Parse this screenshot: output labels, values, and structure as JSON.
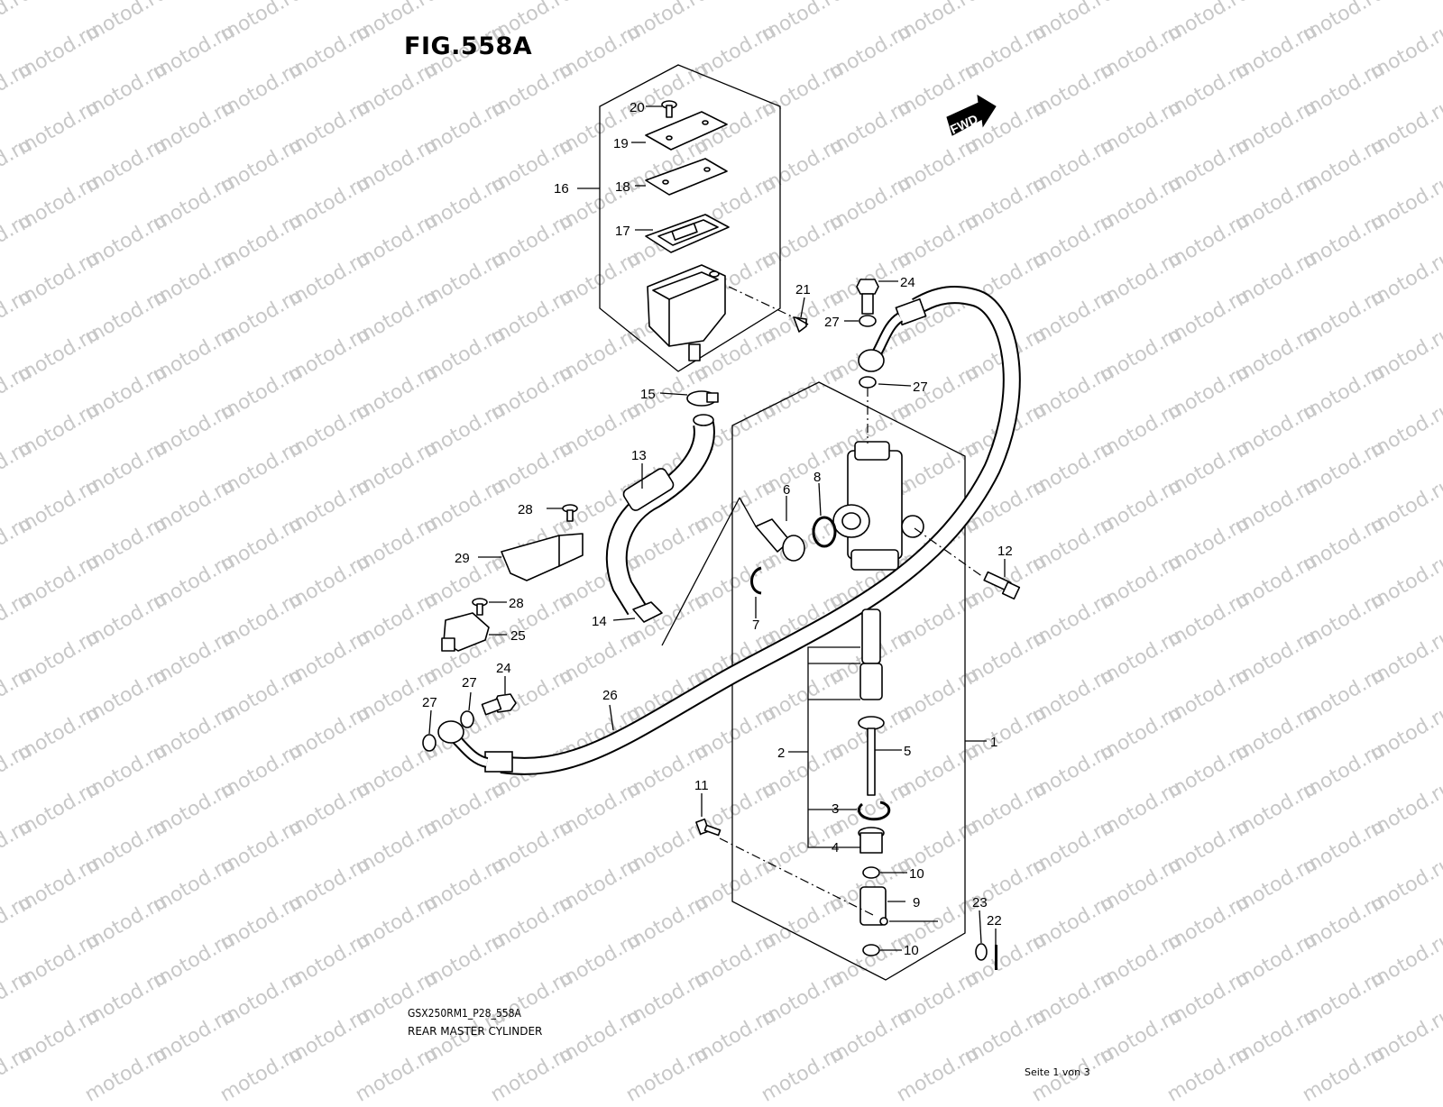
{
  "title": "FIG.558A",
  "code": "GSX250RM1_P28_558A",
  "description": "REAR MASTER CYLINDER",
  "page_indicator": "Seite 1 von 3",
  "fwd_label": "FWD",
  "watermark": "motod.ru",
  "callouts": {
    "c1": "1",
    "c2": "2",
    "c3": "3",
    "c4": "4",
    "c5": "5",
    "c6": "6",
    "c7": "7",
    "c8": "8",
    "c9": "9",
    "c10a": "10",
    "c10b": "10",
    "c11": "11",
    "c12": "12",
    "c13": "13",
    "c14": "14",
    "c15": "15",
    "c16": "16",
    "c17": "17",
    "c18": "18",
    "c19": "19",
    "c20": "20",
    "c21": "21",
    "c22": "22",
    "c23": "23",
    "c24a": "24",
    "c24b": "24",
    "c25": "25",
    "c26": "26",
    "c27a": "27",
    "c27b": "27",
    "c27c": "27",
    "c27d": "27",
    "c28a": "28",
    "c28b": "28",
    "c29": "29"
  }
}
